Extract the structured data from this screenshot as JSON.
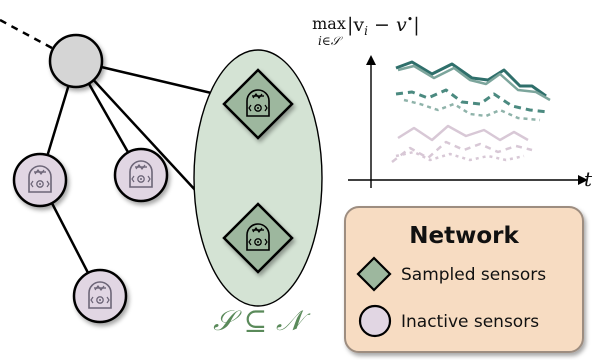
{
  "formula": {
    "max_text": "max",
    "subscript_text": "i∈𝒮",
    "body_text": "|v",
    "body_sub": "i",
    "body_rest": "− v",
    "body_sup": "•",
    "body_close": "|"
  },
  "axis": {
    "x_label": "t"
  },
  "set_label": "𝒮 ⊆ 𝒩",
  "legend": {
    "title": "Network",
    "items": [
      {
        "label": "Sampled sensors"
      },
      {
        "label": "Inactive sensors"
      }
    ]
  },
  "colors": {
    "sampled_fill": "#9db79e",
    "sampled_dark": "#3d7f77",
    "inactive_fill": "#e1d6e3",
    "inactive_stroke": "#6c6577",
    "root_fill": "#d5d5d5",
    "ellipse_fill": "#d4e3d4",
    "legend_bg": "#f7dcc2",
    "legend_border": "#9d8d80",
    "inactive_lines": "#d8c8d6"
  },
  "icons": [
    "sensor-device-icon",
    "root-node",
    "sampled-sensor-diamond",
    "inactive-sensor-circle"
  ]
}
